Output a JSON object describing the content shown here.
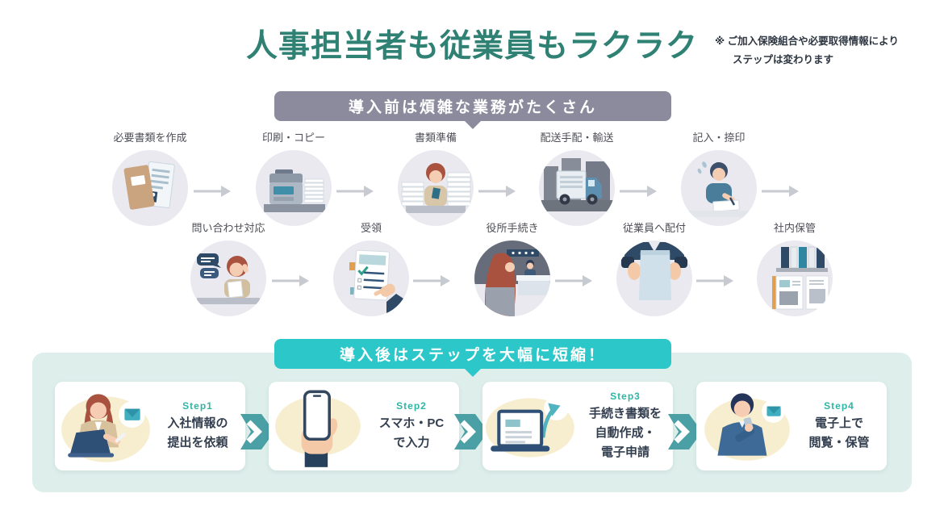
{
  "colors": {
    "title": "#2F8173",
    "banner_before_bg": "#8C8B9D",
    "banner_after_bg": "#2BC7C9",
    "panel_bg": "#DDEEEB",
    "step_accent": "#2FB5A5",
    "card_text": "#333F4F",
    "arrow_gray": "#C8CAD2",
    "chevron_teal": "#4AA0A4",
    "circle_bg": "#E9E9EF",
    "blob_cream": "#F7EED0"
  },
  "header": {
    "title": "人事担当者も従業員もラクラク",
    "note_line1": "※ ご加入保険組合や必要取得情報により",
    "note_line2": "ステップは変わります"
  },
  "before": {
    "banner": "導入前は煩雑な業務がたくさん",
    "row1": [
      {
        "label": "必要書類を作成",
        "icon": "documents-folder-illustration"
      },
      {
        "label": "印刷・コピー",
        "icon": "copier-illustration"
      },
      {
        "label": "書類準備",
        "icon": "paper-stack-person-illustration"
      },
      {
        "label": "配送手配・輸送",
        "icon": "delivery-truck-illustration"
      },
      {
        "label": "記入・捺印",
        "icon": "writing-person-illustration"
      }
    ],
    "row2": [
      {
        "label": "問い合わせ対応",
        "icon": "phone-inquiry-illustration"
      },
      {
        "label": "受領",
        "icon": "checklist-receive-illustration"
      },
      {
        "label": "役所手続き",
        "icon": "office-counter-illustration"
      },
      {
        "label": "従業員へ配付",
        "icon": "hand-document-illustration"
      },
      {
        "label": "社内保管",
        "icon": "binder-shelf-illustration"
      }
    ]
  },
  "after": {
    "banner": "導入後はステップを大幅に短縮！",
    "steps": [
      {
        "step": "Step1",
        "lines": [
          "入社情報の",
          "提出を依頼"
        ],
        "icon": "woman-laptop-mail-illustration"
      },
      {
        "step": "Step2",
        "lines": [
          "スマホ・PC",
          "で入力"
        ],
        "icon": "hand-smartphone-illustration"
      },
      {
        "step": "Step3",
        "lines": [
          "手続き書類を",
          "自動作成・",
          "電子申請"
        ],
        "icon": "laptop-upload-illustration"
      },
      {
        "step": "Step4",
        "lines": [
          "電子上で",
          "閲覧・保管"
        ],
        "icon": "man-mail-illustration"
      }
    ]
  }
}
